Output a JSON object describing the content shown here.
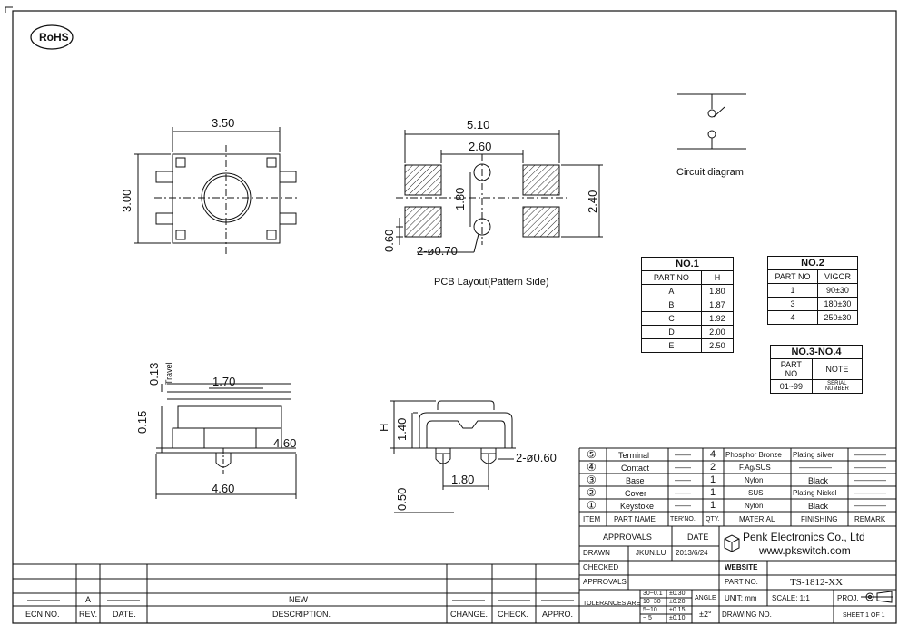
{
  "logo": {
    "text": "RoHS"
  },
  "top_view": {
    "width": "3.50",
    "height": "3.00"
  },
  "pcb": {
    "overall": "5.10",
    "pitch": "2.60",
    "height": "2.40",
    "vspace": "1.80",
    "pad": "0.60",
    "hole": "2-ø0.70",
    "caption": "PCB Layout(Pattern Side)"
  },
  "circuit": {
    "caption": "Circuit diagram"
  },
  "side_view": {
    "travel_value": "0.13",
    "travel_label": "Travel",
    "dim_170": "1.70",
    "dim_015": "0.15",
    "dim_460a": "4.60",
    "dim_460b": "4.60"
  },
  "front_view": {
    "h_label": "H",
    "dim_140": "1.40",
    "dim_180": "1.80",
    "dim_050": "0.50",
    "peg": "2-ø0.60"
  },
  "table_no1": {
    "title": "NO.1",
    "headers": [
      "PART NO",
      "H"
    ],
    "rows": [
      [
        "A",
        "1.80"
      ],
      [
        "B",
        "1.87"
      ],
      [
        "C",
        "1.92"
      ],
      [
        "D",
        "2.00"
      ],
      [
        "E",
        "2.50"
      ]
    ]
  },
  "table_no2": {
    "title": "NO.2",
    "headers": [
      "PART NO",
      "VIGOR"
    ],
    "rows": [
      [
        "1",
        "90±30"
      ],
      [
        "3",
        "180±30"
      ],
      [
        "4",
        "250±30"
      ]
    ]
  },
  "table_no34": {
    "title": "NO.3-NO.4",
    "headers": [
      "PART NO",
      "NOTE"
    ],
    "rows": [
      [
        "01~99",
        "SERIAL NUMBER"
      ]
    ]
  },
  "bom": {
    "headers": [
      "ITEM",
      "PART NAME",
      "TER'NO.",
      "QTY.",
      "MATERIAL",
      "FINISHING",
      "REMARK"
    ],
    "rows": [
      {
        "item": "⑤",
        "name": "Terminal",
        "ter": "——",
        "qty": "4",
        "material": "Phosphor Bronze",
        "finishing": "Plating silver",
        "remark": "————"
      },
      {
        "item": "④",
        "name": "Contact",
        "ter": "——",
        "qty": "2",
        "material": "F.Ag/SUS",
        "finishing": "————",
        "remark": "————"
      },
      {
        "item": "③",
        "name": "Base",
        "ter": "——",
        "qty": "1",
        "material": "Nylon",
        "finishing": "Black",
        "remark": "————"
      },
      {
        "item": "②",
        "name": "Cover",
        "ter": "——",
        "qty": "1",
        "material": "SUS",
        "finishing": "Plating Nickel",
        "remark": "————"
      },
      {
        "item": "①",
        "name": "Keystoke",
        "ter": "——",
        "qty": "1",
        "material": "Nylon",
        "finishing": "Black",
        "remark": "————"
      }
    ]
  },
  "title_block": {
    "approvals": "APPROVALS",
    "date_hdr": "DATE",
    "company": "Penk Electronics Co., Ltd",
    "website_url": "www.pkswitch.com",
    "drawn": "DRAWN",
    "drawn_by": "JKUN.LU",
    "drawn_date": "2013/6/24",
    "checked": "CHECKED",
    "website_label": "WEBSITE",
    "approvals2": "APPROVALS",
    "part_no_label": "PART NO.",
    "part_no": "TS-1812-XX",
    "tolerances_label": "TOLERANCES ARE",
    "tol_ranges": [
      "30~0.1",
      "10~30",
      "5~10",
      "~ 5"
    ],
    "tol_values": [
      "±0.30",
      "±0.20",
      "±0.15",
      "±0.10"
    ],
    "angle_label": "ANGLE",
    "angle_value": "±2°",
    "unit": "UNIT: mm",
    "scale": "SCALE:   1:1",
    "proj": "PROJ.",
    "drawing_no": "DRAWING NO.",
    "sheet": "SHEET   1  OF  1"
  },
  "revision": {
    "rev": "A",
    "new": "NEW",
    "dash": "————",
    "headers": {
      "ecn": "ECN NO.",
      "rev": "REV.",
      "date": "DATE.",
      "desc": "DESCRIPTION.",
      "change": "CHANGE.",
      "check": "CHECK.",
      "appro": "APPRO."
    }
  }
}
